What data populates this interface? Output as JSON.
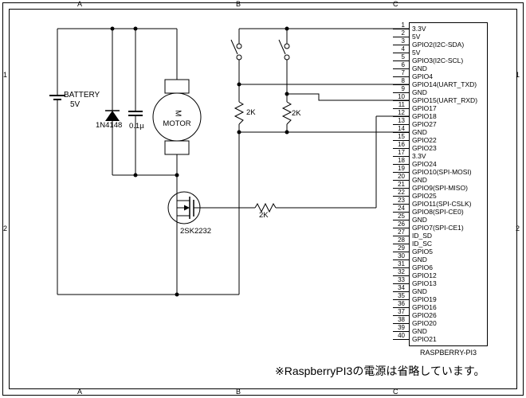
{
  "frame": {
    "cols_top": [
      "A",
      "B",
      "C"
    ],
    "cols_bottom": [
      "A",
      "B",
      "C"
    ],
    "rows_left": [
      "1",
      "2"
    ],
    "rows_right": [
      "1",
      "2"
    ]
  },
  "note": "※RaspberryPI3の電源は省略しています。",
  "components": {
    "battery": {
      "label": "BATTERY",
      "value": "5V"
    },
    "diode": {
      "label": "1N4148"
    },
    "capacitor": {
      "label": "0.1µ"
    },
    "motor": {
      "label": "MOTOR",
      "symbol": "M"
    },
    "mosfet": {
      "label": "2SK2232"
    },
    "resistors": [
      {
        "value": "2K"
      },
      {
        "value": "2K"
      },
      {
        "value": "2K"
      }
    ]
  },
  "raspberry_pi": {
    "name": "RASPBERRY-PI3",
    "pins": [
      {
        "number": 1,
        "label": "3.3V"
      },
      {
        "number": 2,
        "label": "5V"
      },
      {
        "number": 3,
        "label": "GPIO2(I2C-SDA)"
      },
      {
        "number": 4,
        "label": "5V"
      },
      {
        "number": 5,
        "label": "GPIO3(I2C-SCL)"
      },
      {
        "number": 6,
        "label": "GND"
      },
      {
        "number": 7,
        "label": "GPIO4"
      },
      {
        "number": 8,
        "label": "GPIO14(UART_TXD)"
      },
      {
        "number": 9,
        "label": "GND"
      },
      {
        "number": 10,
        "label": "GPIO15(UART_RXD)"
      },
      {
        "number": 11,
        "label": "GPIO17"
      },
      {
        "number": 12,
        "label": "GPIO18"
      },
      {
        "number": 13,
        "label": "GPIO27"
      },
      {
        "number": 14,
        "label": "GND"
      },
      {
        "number": 15,
        "label": "GPIO22"
      },
      {
        "number": 16,
        "label": "GPIO23"
      },
      {
        "number": 17,
        "label": "3.3V"
      },
      {
        "number": 18,
        "label": "GPIO24"
      },
      {
        "number": 19,
        "label": "GPIO10(SPI-MOSI)"
      },
      {
        "number": 20,
        "label": "GND"
      },
      {
        "number": 21,
        "label": "GPIO9(SPI-MISO)"
      },
      {
        "number": 22,
        "label": "GPIO25"
      },
      {
        "number": 23,
        "label": "GPIO11(SPI-CSLK)"
      },
      {
        "number": 24,
        "label": "GPIO8(SPI-CE0)"
      },
      {
        "number": 25,
        "label": "GND"
      },
      {
        "number": 26,
        "label": "GPIO7(SPI-CE1)"
      },
      {
        "number": 27,
        "label": "ID_SD"
      },
      {
        "number": 28,
        "label": "ID_SC"
      },
      {
        "number": 29,
        "label": "GPIO5"
      },
      {
        "number": 30,
        "label": "GND"
      },
      {
        "number": 31,
        "label": "GPIO6"
      },
      {
        "number": 32,
        "label": "GPIO12"
      },
      {
        "number": 33,
        "label": "GPIO13"
      },
      {
        "number": 34,
        "label": "GND"
      },
      {
        "number": 35,
        "label": "GPIO19"
      },
      {
        "number": 36,
        "label": "GPIO16"
      },
      {
        "number": 37,
        "label": "GPIO26"
      },
      {
        "number": 38,
        "label": "GPIO20"
      },
      {
        "number": 39,
        "label": "GND"
      },
      {
        "number": 40,
        "label": "GPIO21"
      }
    ]
  },
  "colors": {
    "line": "#000000",
    "background": "#ffffff"
  }
}
